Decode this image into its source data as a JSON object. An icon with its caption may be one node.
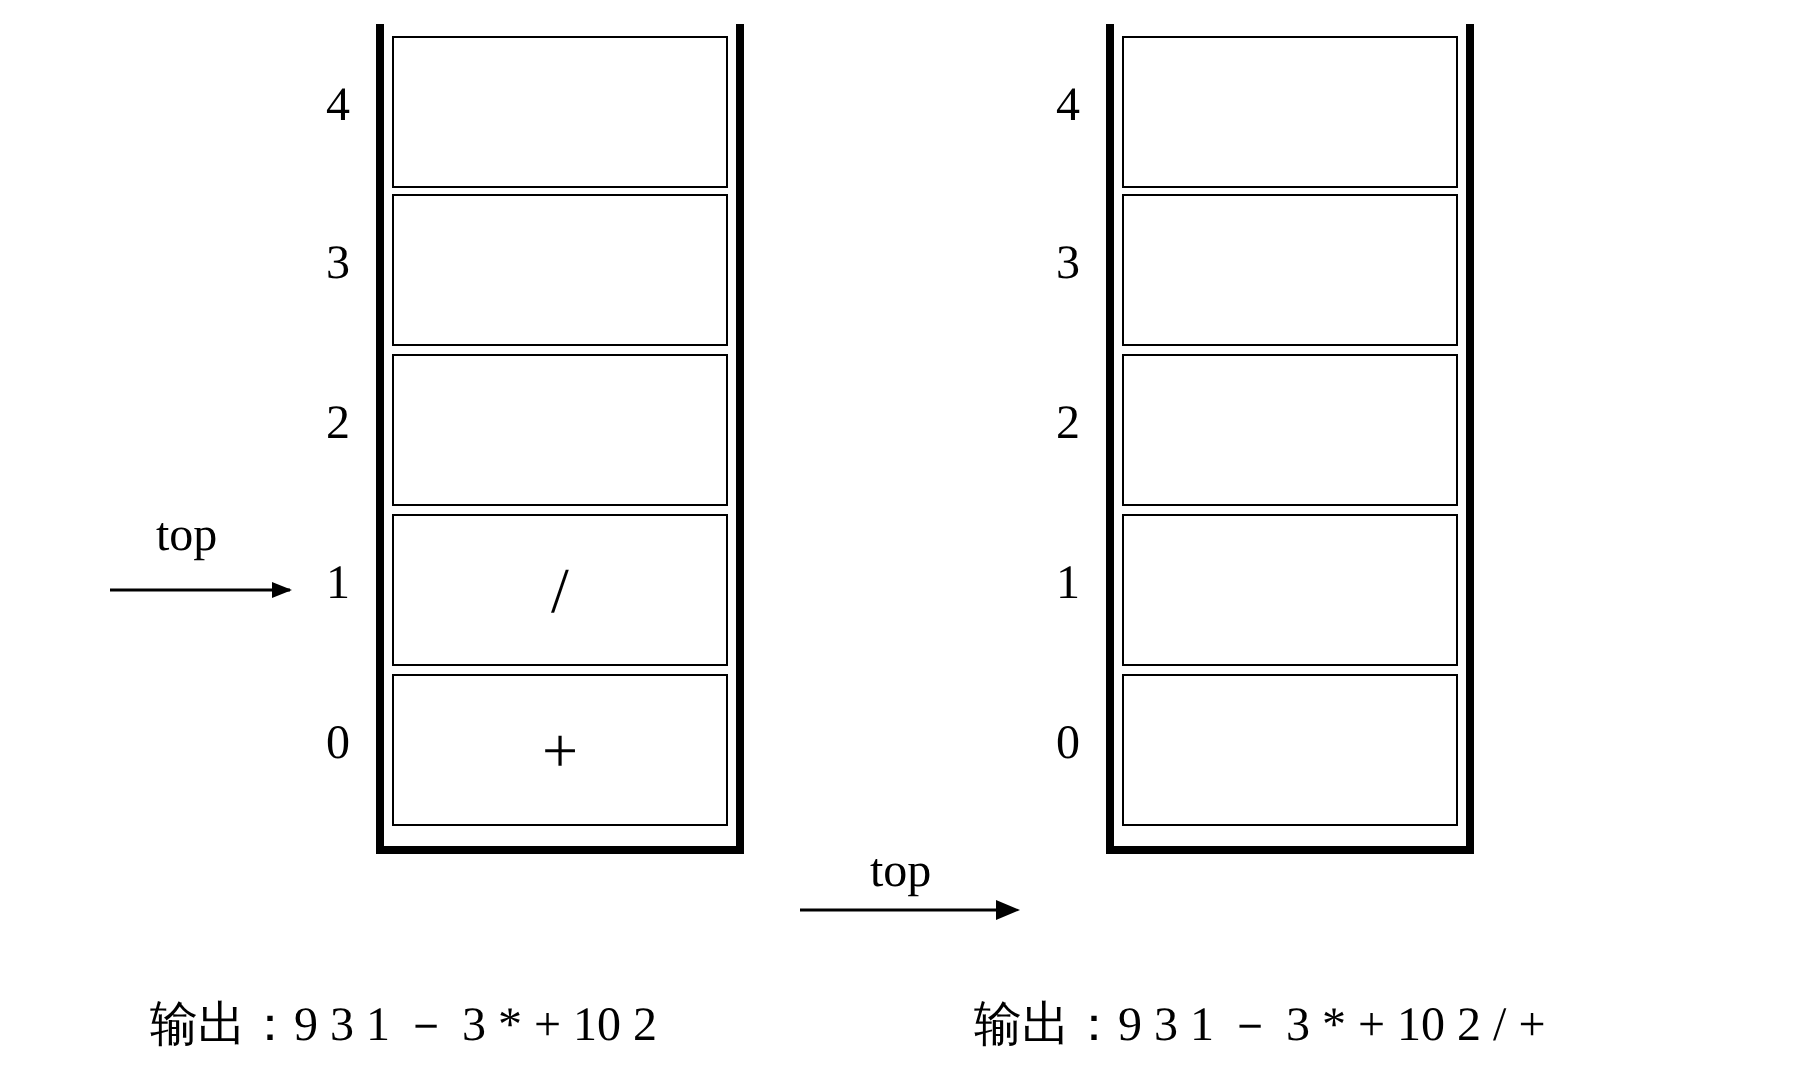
{
  "diagram": {
    "nodes": [
      {
        "text": [],
        "shape": "box"
      },
      {
        "text": [],
        "shape": "box",
        "in": 0,
        "beside": [
          "4"
        ]
      },
      {
        "text": [],
        "shape": "box",
        "in": 0,
        "beside": [
          "3"
        ]
      },
      {
        "text": [],
        "shape": "box",
        "in": 0,
        "beside": [
          "2"
        ]
      },
      {
        "text": [
          "/"
        ],
        "in": 0,
        "beside": [
          "1"
        ]
      },
      {
        "text": [
          "+"
        ],
        "in": 0,
        "beside": [
          "0"
        ]
      },
      {
        "text": [],
        "shape": "box"
      },
      {
        "text": [],
        "shape": "box",
        "in": 6,
        "beside": [
          "4"
        ]
      },
      {
        "text": [],
        "shape": "box",
        "in": 6,
        "beside": [
          "3"
        ]
      },
      {
        "text": [],
        "shape": "box",
        "in": 6,
        "beside": [
          "2"
        ]
      },
      {
        "text": [],
        "shape": "box",
        "in": 6,
        "beside": [
          "1"
        ]
      },
      {
        "text": [],
        "shape": "box",
        "in": 6,
        "beside": [
          "0"
        ]
      }
    ],
    "edges": [
      {
        "from": null,
        "to": 4,
        "arrow": "to",
        "label": "top"
      }
    ],
    "labels": [
      "top",
      "输出：9 3 1 － 3 * + 10 2",
      "输出：9 3 1 － 3 * + 10 2 / +"
    ]
  }
}
